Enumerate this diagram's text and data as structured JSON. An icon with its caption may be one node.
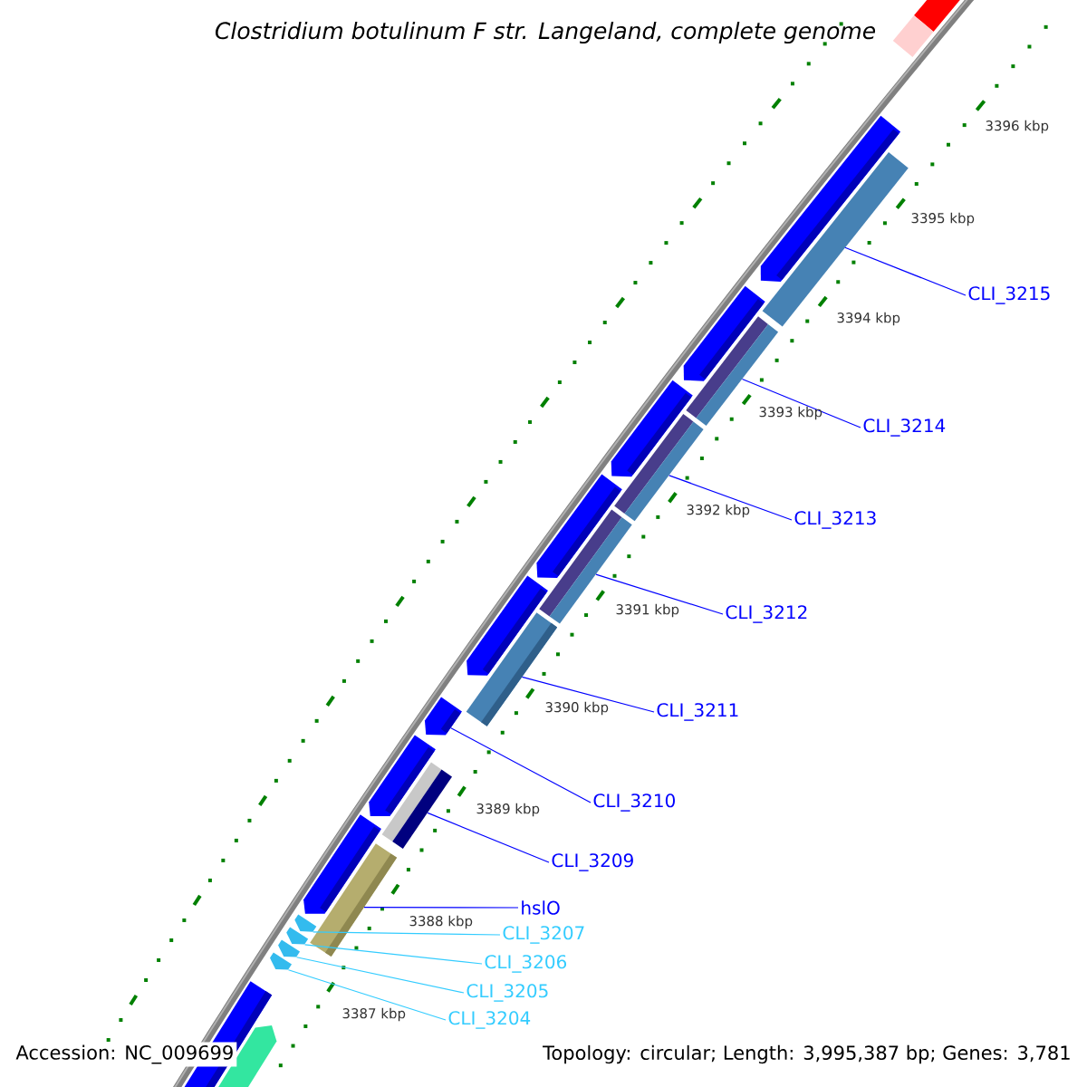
{
  "diagram": {
    "title": "*Clostridium botulinum* F str. Langeland, complete genome",
    "nodes": [
      {
        "text": [
          "CLI_3215"
        ]
      },
      {
        "text": [
          "CLI_3214"
        ]
      },
      {
        "text": [
          "CLI_3213"
        ]
      },
      {
        "text": [
          "CLI_3212"
        ]
      },
      {
        "text": [
          "CLI_3211"
        ]
      },
      {
        "text": [
          "CLI_3210"
        ]
      },
      {
        "text": [
          "CLI_3209"
        ]
      },
      {
        "text": [
          "hslO"
        ]
      },
      {
        "text": [
          "CLI_3207"
        ]
      },
      {
        "text": [
          "CLI_3206"
        ]
      },
      {
        "text": [
          "CLI_3205"
        ]
      },
      {
        "text": [
          "CLI_3204"
        ]
      },
      {
        "text": [],
        "shape": "bar"
      },
      {
        "text": [],
        "shape": "bar"
      },
      {
        "text": [],
        "shape": "bar"
      },
      {
        "text": [],
        "shape": "bar"
      },
      {
        "text": [],
        "shape": "bar"
      },
      {
        "text": [],
        "shape": "bar"
      },
      {
        "text": [],
        "shape": "bar"
      },
      {
        "text": [],
        "shape": "bar"
      },
      {
        "text": [],
        "shape": "chevron"
      },
      {
        "text": [],
        "shape": "chevron"
      },
      {
        "text": [],
        "shape": "chevron"
      },
      {
        "text": [],
        "shape": "chevron"
      }
    ],
    "edges": [
      {
        "from": 0,
        "to": 12,
        "arrow": "none"
      },
      {
        "from": 1,
        "to": 13,
        "arrow": "none"
      },
      {
        "from": 2,
        "to": 14,
        "arrow": "none"
      },
      {
        "from": 3,
        "to": 15,
        "arrow": "none"
      },
      {
        "from": 4,
        "to": 16,
        "arrow": "none"
      },
      {
        "from": 5,
        "to": 17,
        "arrow": "none"
      },
      {
        "from": 6,
        "to": 18,
        "arrow": "none"
      },
      {
        "from": 7,
        "to": 19,
        "arrow": "none"
      },
      {
        "from": 8,
        "to": 20,
        "arrow": "none",
        "color": "#33ccff"
      },
      {
        "from": 9,
        "to": 21,
        "arrow": "none",
        "color": "#33ccff"
      },
      {
        "from": 10,
        "to": 22,
        "arrow": "none",
        "color": "#33ccff"
      },
      {
        "from": 11,
        "to": 23,
        "arrow": "none",
        "color": "#33ccff"
      }
    ],
    "labels": [
      "3396 kbp",
      "3395 kbp",
      "3394 kbp",
      "3393 kbp",
      "3392 kbp",
      "3391 kbp",
      "3390 kbp",
      "3389 kbp",
      "3388 kbp",
      "3387 kbp",
      "Accession: NC_009699",
      "Topology: circular; Length: 3,995,387 bp; Genes: 3,781"
    ]
  }
}
